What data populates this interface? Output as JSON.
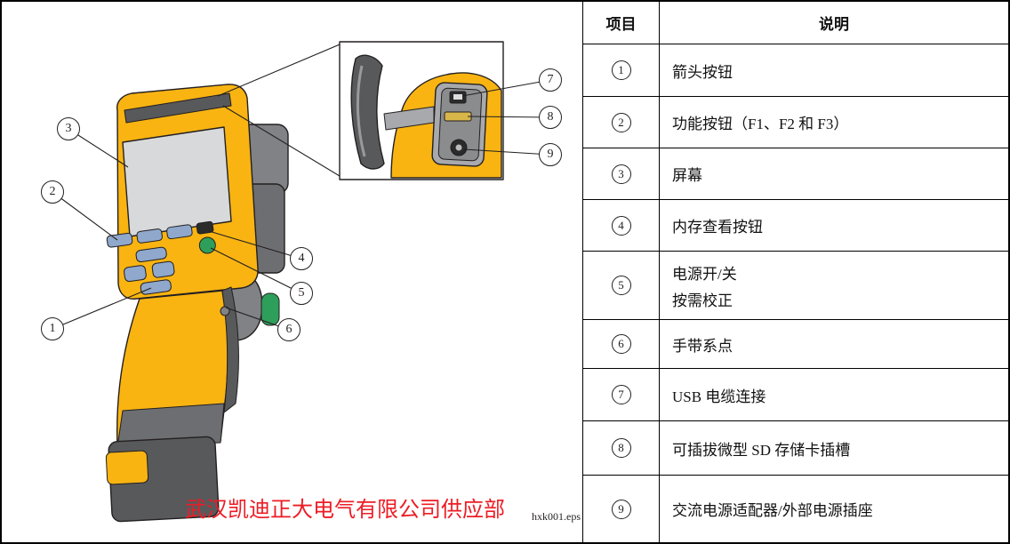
{
  "page": {
    "table": {
      "header": {
        "item": "项目",
        "desc": "说明"
      },
      "rows": [
        {
          "num": "1",
          "desc": "箭头按钮"
        },
        {
          "num": "2",
          "desc": "功能按钮（F1、F2 和 F3）"
        },
        {
          "num": "3",
          "desc": "屏幕"
        },
        {
          "num": "4",
          "desc": "内存查看按钮"
        },
        {
          "num": "5",
          "desc_line1": "电源开/关",
          "desc_line2": "按需校正"
        },
        {
          "num": "6",
          "desc": "手带系点"
        },
        {
          "num": "7",
          "desc": "USB 电缆连接"
        },
        {
          "num": "8",
          "desc": "可插拔微型 SD 存储卡插槽"
        },
        {
          "num": "9",
          "desc": "交流电源适配器/外部电源插座"
        }
      ]
    },
    "figure": {
      "callouts": [
        "1",
        "2",
        "3",
        "4",
        "5",
        "6",
        "7",
        "8",
        "9"
      ],
      "watermark": "武汉凯迪正大电气有限公司供应部",
      "filename": "hxk001.eps"
    },
    "colors": {
      "body_yellow": "#F9B412",
      "grip_gray": "#58595B",
      "screen_gray": "#D8D9DA",
      "button_blue": "#8FA8CC",
      "power_green": "#2E9E5B",
      "watermark_red": "#ED1C24"
    }
  }
}
